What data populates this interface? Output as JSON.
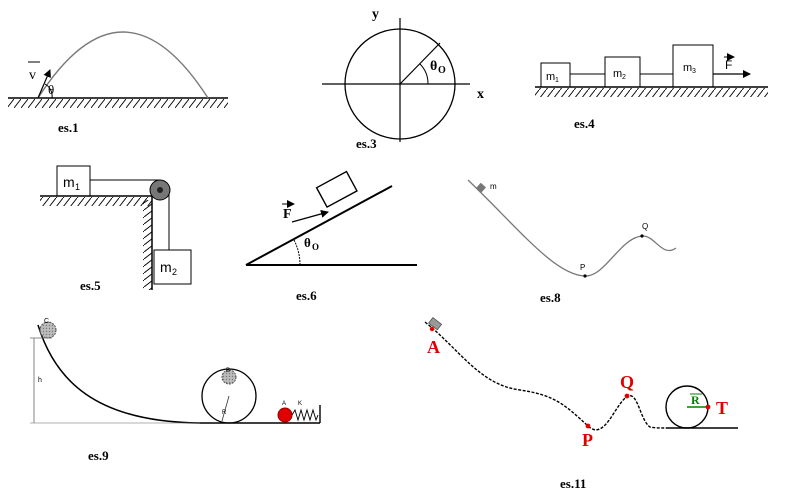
{
  "panels": [
    {
      "caption": "es.1",
      "labels": {
        "v": "v",
        "theta": "θ"
      }
    },
    {
      "caption": "es.3",
      "labels": {
        "y": "y",
        "x": "x",
        "theta0": "θ",
        "theta0_sub": "O"
      }
    },
    {
      "caption": "es.4",
      "labels": {
        "m1": "m",
        "m1_sub": "1",
        "m2": "m",
        "m2_sub": "2",
        "m3": "m",
        "m3_sub": "3",
        "F": "F"
      }
    },
    {
      "caption": "es.5",
      "labels": {
        "m1": "m",
        "m1_sub": "1",
        "m2": "m",
        "m2_sub": "2"
      }
    },
    {
      "caption": "es.6",
      "labels": {
        "F": "F",
        "theta0": "θ",
        "theta0_sub": "O"
      }
    },
    {
      "caption": "es.8",
      "labels": {
        "m": "m",
        "P": "P",
        "Q": "Q"
      }
    },
    {
      "caption": "es.9",
      "labels": {
        "C": "C",
        "h": "h",
        "B": "B",
        "R": "R",
        "A": "A",
        "K": "K"
      }
    },
    {
      "caption": "es.11",
      "labels": {
        "A": "A",
        "P": "P",
        "Q": "Q",
        "R": "R",
        "T": "T"
      }
    }
  ],
  "colors": {
    "ink": "#000000",
    "curve": "#777777",
    "accent": "#e00000",
    "vector": "#008000",
    "block": "#808080"
  }
}
